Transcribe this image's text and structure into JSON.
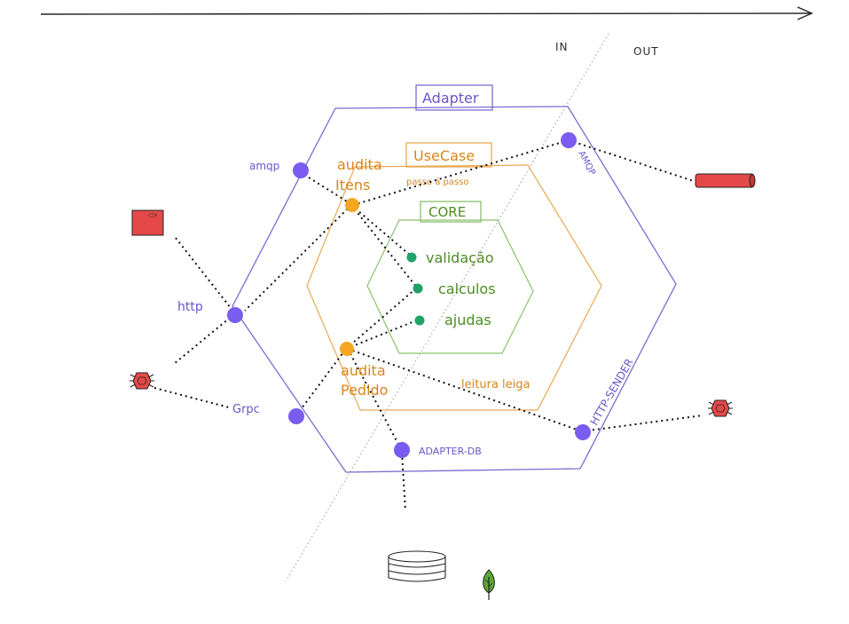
{
  "header": {
    "in_label": "IN",
    "out_label": "OUT"
  },
  "adapter": {
    "title": "Adapter",
    "amqp_in": "amqp",
    "http": "http",
    "grpc": "Grpc",
    "amqp_out": "AMQP",
    "http_sender": "HTTP-SENDER",
    "adapter_db": "ADAPTER-DB"
  },
  "usecase": {
    "title": "UseCase",
    "subtitle": "passo à passo",
    "audita_itens_1": "audita",
    "audita_itens_2": "Itens",
    "audita_pedido_1": "audita",
    "audita_pedido_2": "Pedido",
    "leitura": "leitura leiga"
  },
  "core": {
    "title": "CORE",
    "items": [
      "validação",
      "calculos",
      "ajudas"
    ]
  },
  "colors": {
    "adapter": "#6b55c9",
    "usecase": "#e3a04a",
    "core": "#7fb65d",
    "port_dot": "#7a5cf0",
    "usecase_dot": "#f5a623",
    "core_dot": "#20a36a",
    "external": "#e54848"
  },
  "icons": {
    "queue": "queue-icon",
    "browser": "browser-window-icon",
    "bug": "bug-icon",
    "database": "database-icon",
    "tree": "tree-icon"
  }
}
